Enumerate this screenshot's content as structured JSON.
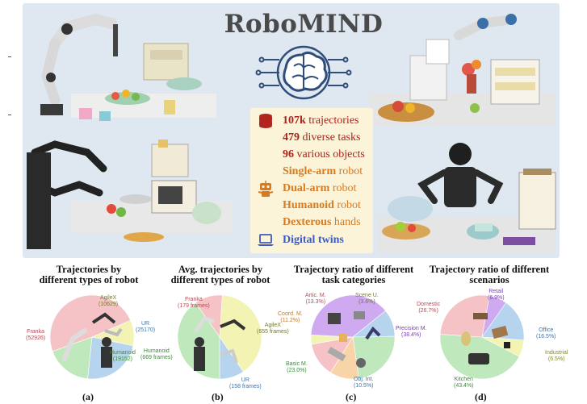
{
  "header": {
    "title": "RoboMIND"
  },
  "info_panel": {
    "items": [
      {
        "bold": "107k",
        "text": " trajectories",
        "icon": "database-icon",
        "color": "#a8241d"
      },
      {
        "bold": "479",
        "text": " diverse tasks",
        "icon": "",
        "color": "#a8241d"
      },
      {
        "bold": "96",
        "text": " various objects",
        "icon": "",
        "color": "#a8241d"
      },
      {
        "bold": "Single-arm",
        "text": " robot",
        "icon": "",
        "color": "#d97a1f"
      },
      {
        "bold": "Dual-arm",
        "text": " robot",
        "icon": "robot-icon",
        "color": "#d97a1f"
      },
      {
        "bold": "Humanoid",
        "text": " robot",
        "icon": "",
        "color": "#d97a1f"
      },
      {
        "bold": "Dexterous",
        "text": " hands",
        "icon": "",
        "color": "#d97a1f"
      },
      {
        "bold": "Digital twins",
        "text": "",
        "icon": "laptop-icon",
        "color": "#3c5bc0"
      }
    ]
  },
  "chart_data": [
    {
      "type": "pie",
      "title": "Trajectories by different types of robot",
      "subtitle": "(a)",
      "slices": [
        {
          "name": "Franka",
          "value": 52926,
          "label": "(52926)",
          "color": "#f5c3c6"
        },
        {
          "name": "AgileX",
          "value": 10629,
          "label": "(10629)",
          "color": "#f3f3b4"
        },
        {
          "name": "UR",
          "value": 25170,
          "label": "(25170)",
          "color": "#b6d4ee"
        },
        {
          "name": "Humanoid",
          "value": 19152,
          "label": "(19152)",
          "color": "#bfe8bd"
        }
      ]
    },
    {
      "type": "pie",
      "title": "Avg. trajectories by different types of robot",
      "subtitle": "(b)",
      "slices": [
        {
          "name": "Franka",
          "value": 179,
          "label": "(179 frames)",
          "color": "#f5c3c6"
        },
        {
          "name": "AgileX",
          "value": 655,
          "label": "(655 frames)",
          "color": "#f3f3b4"
        },
        {
          "name": "UR",
          "value": 158,
          "label": "(158 frames)",
          "color": "#b6d4ee"
        },
        {
          "name": "Humanoid",
          "value": 669,
          "label": "(669 frames)",
          "color": "#bfe8bd"
        }
      ]
    },
    {
      "type": "pie",
      "title": "Trajectory ratio of different task categories",
      "subtitle": "(c)",
      "slices": [
        {
          "name": "Scene U.",
          "value": 3.6,
          "label": "(3.6%)",
          "color": "#f3f3b4"
        },
        {
          "name": "Precision M.",
          "value": 38.4,
          "label": "(38.4%)",
          "color": "#cfaaf0"
        },
        {
          "name": "Obj. Int.",
          "value": 10.5,
          "label": "(10.5%)",
          "color": "#b6d4ee"
        },
        {
          "name": "Basic M.",
          "value": 23.0,
          "label": "(23.0%)",
          "color": "#bfe8bd"
        },
        {
          "name": "Coord. M.",
          "value": 11.2,
          "label": "(11.2%)",
          "color": "#f8d4a8"
        },
        {
          "name": "Artic. M.",
          "value": 13.3,
          "label": "(13.3%)",
          "color": "#f5c3c6"
        }
      ]
    },
    {
      "type": "pie",
      "title": "Trajectory ratio of different scenarios",
      "subtitle": "(d)",
      "slices": [
        {
          "name": "Retail",
          "value": 6.9,
          "label": "(6.9%)",
          "color": "#cfaaf0"
        },
        {
          "name": "Office",
          "value": 16.5,
          "label": "(16.5%)",
          "color": "#b6d4ee"
        },
        {
          "name": "Industrial",
          "value": 6.5,
          "label": "(6.5%)",
          "color": "#f3f3b4"
        },
        {
          "name": "Kitchen",
          "value": 43.4,
          "label": "(43.4%)",
          "color": "#bfe8bd"
        },
        {
          "name": "Domestic",
          "value": 26.7,
          "label": "(26.7%)",
          "color": "#f5c3c6"
        }
      ]
    }
  ]
}
